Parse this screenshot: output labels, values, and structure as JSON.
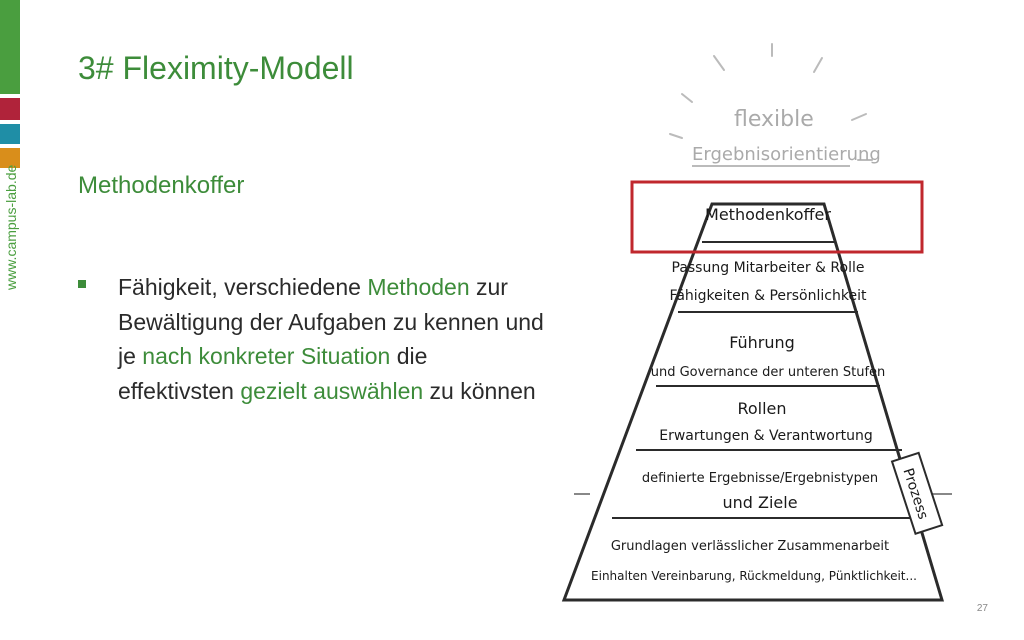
{
  "sidebar": {
    "url": "www.campus-lab.de",
    "colors": [
      "#4a9e3f",
      "#b0233a",
      "#1f8ea6",
      "#d98e1b"
    ]
  },
  "slide": {
    "title": "3# Fleximity-Modell",
    "subtitle": "Methodenkoffer",
    "bullet": {
      "parts": [
        {
          "text": "Fähigkeit, verschiedene ",
          "highlight": false
        },
        {
          "text": "Methoden",
          "highlight": true
        },
        {
          "text": " zur Bewältigung der Aufgaben zu kennen und je ",
          "highlight": false
        },
        {
          "text": "nach konkreter Situation",
          "highlight": true
        },
        {
          "text": " die effektivsten ",
          "highlight": false
        },
        {
          "text": "gezielt auswählen",
          "highlight": true
        },
        {
          "text": " zu können",
          "highlight": false
        }
      ]
    },
    "page_number": "27"
  },
  "pyramid": {
    "top_line1": "flexible",
    "top_line2": "Ergebnisorientierung",
    "levels": [
      {
        "line1": "Methodenkoffer",
        "line2": ""
      },
      {
        "line1": "Passung Mitarbeiter & Rolle",
        "line2": "Fähigkeiten & Persönlichkeit"
      },
      {
        "line1": "Führung",
        "line2": "und Governance der unteren Stufen"
      },
      {
        "line1": "Rollen",
        "line2": "Erwartungen & Verantwortung"
      },
      {
        "line1": "definierte Ergebnisse/Ergebnistypen",
        "line2": "und Ziele"
      },
      {
        "line1": "Grundlagen verlässlicher Zusammenarbeit",
        "line2": "Einhalten Vereinbarung, Rückmeldung, Pünktlichkeit..."
      }
    ],
    "side_label": "Prozess",
    "highlight_color": "#c0272d"
  }
}
